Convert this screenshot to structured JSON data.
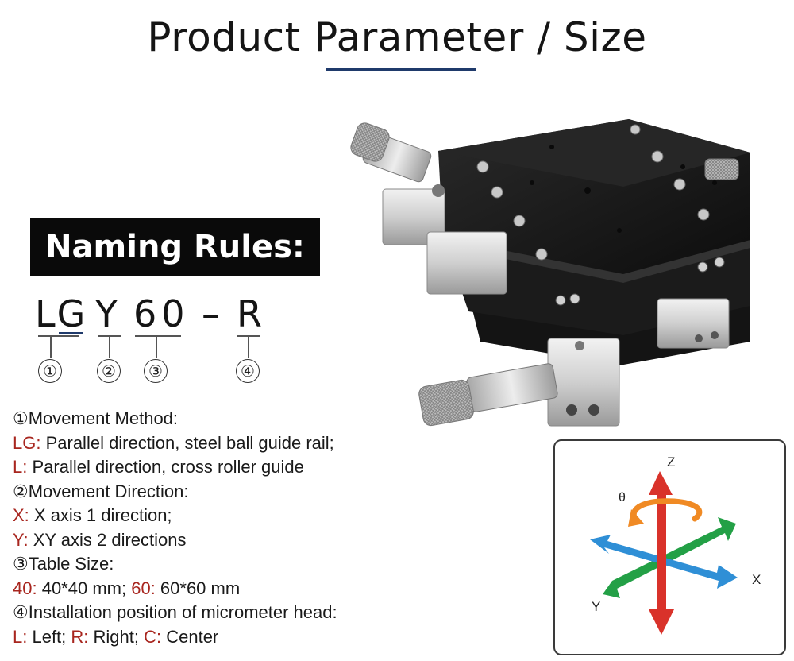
{
  "header": {
    "title": "Product Parameter / Size"
  },
  "naming": {
    "heading": "Naming Rules:",
    "code": {
      "part1": "LG",
      "part2": "Y",
      "part3": "60",
      "dash": "–",
      "part4": "R"
    },
    "markers": [
      "①",
      "②",
      "③",
      "④"
    ]
  },
  "rules": {
    "sec1_title": "①Movement Method:",
    "sec1_a_key": "LG:",
    "sec1_a_val": " Parallel direction, steel ball guide rail;",
    "sec1_b_key": "L:",
    "sec1_b_val": " Parallel direction, cross roller guide",
    "sec2_title": "②Movement Direction:",
    "sec2_a_key": "X:",
    "sec2_a_val": " X axis 1 direction;",
    "sec2_b_key": "Y:",
    "sec2_b_val": " XY axis 2 directions",
    "sec3_title": "③Table Size:",
    "sec3_a_key": "40:",
    "sec3_a_val": " 40*40 mm; ",
    "sec3_b_key": "60:",
    "sec3_b_val": " 60*60 mm",
    "sec4_title": "④Installation position of micrometer head:",
    "sec4_l_key": "L:",
    "sec4_l_val": " Left; ",
    "sec4_r_key": "R:",
    "sec4_r_val": " Right; ",
    "sec4_c_key": "C:",
    "sec4_c_val": " Center"
  },
  "axes": {
    "z": "Z",
    "theta": "θ",
    "x": "X",
    "y": "Y"
  },
  "colors": {
    "accent_red": "#a8261f",
    "underline_blue": "#1f3a6b",
    "z_arrow": "#d9322a",
    "x_arrow": "#2f8fd6",
    "y_arrow": "#23a046",
    "theta_arrow": "#f08a24"
  }
}
